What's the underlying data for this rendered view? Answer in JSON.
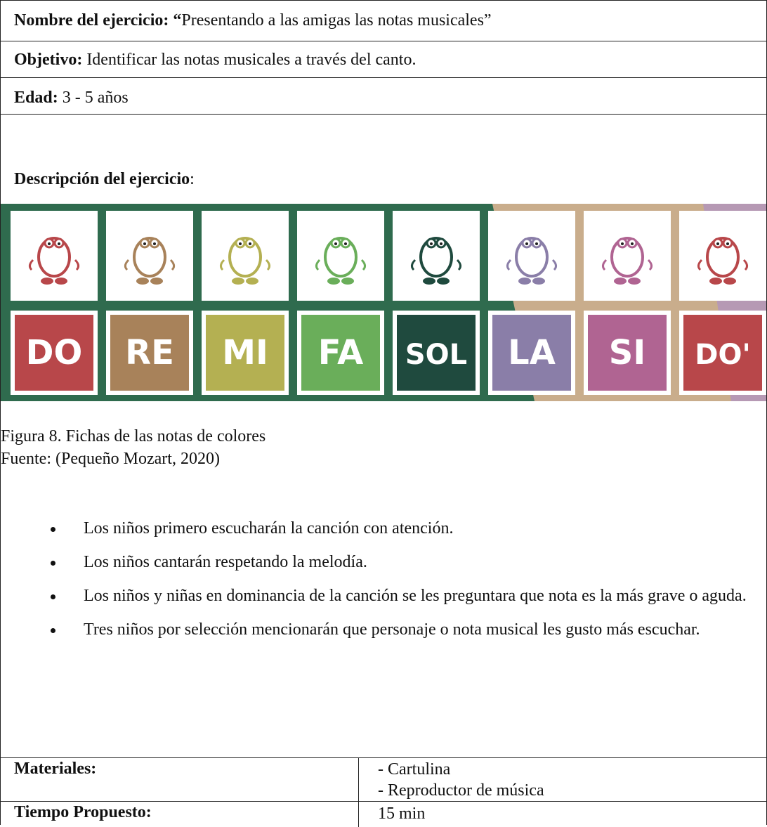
{
  "header": {
    "name_label": "Nombre del ejercicio: “",
    "name_value": "Presentando a las amigas las notas musicales”",
    "objective_label": "Objetivo:",
    "objective_value": " Identificar las notas musicales a través del canto.",
    "age_label": "Edad:",
    "age_value": " 3 - 5 años",
    "description_label": "Descripción del ejercicio",
    "description_colon": ":"
  },
  "notes": [
    {
      "label": "DO",
      "color": "#b8474a"
    },
    {
      "label": "RE",
      "color": "#a8825a"
    },
    {
      "label": "MI",
      "color": "#b4b052"
    },
    {
      "label": "FA",
      "color": "#6aae5a"
    },
    {
      "label": "SOL",
      "color": "#1f4a3e"
    },
    {
      "label": "LA",
      "color": "#8a7ea8"
    },
    {
      "label": "SI",
      "color": "#b06492"
    },
    {
      "label": "DO'",
      "color": "#b8474a"
    }
  ],
  "figure": {
    "caption": "Figura 8.   Fichas de las notas de colores",
    "source": "Fuente: (Pequeño Mozart, 2020)"
  },
  "bullets": [
    "Los niños primero escucharán la canción con atención.",
    "Los niños cantarán respetando la melodía.",
    "Los niños y niñas en dominancia de la canción se les preguntara que nota es la más grave o aguda.",
    "Tres niños por selección mencionarán que personaje o nota musical les gusto más escuchar."
  ],
  "table": {
    "materials_label": "Materiales:",
    "materials": [
      "- Cartulina",
      "- Reproductor de música"
    ],
    "time_label": "Tiempo Propuesto:",
    "time_value": "15 min"
  }
}
